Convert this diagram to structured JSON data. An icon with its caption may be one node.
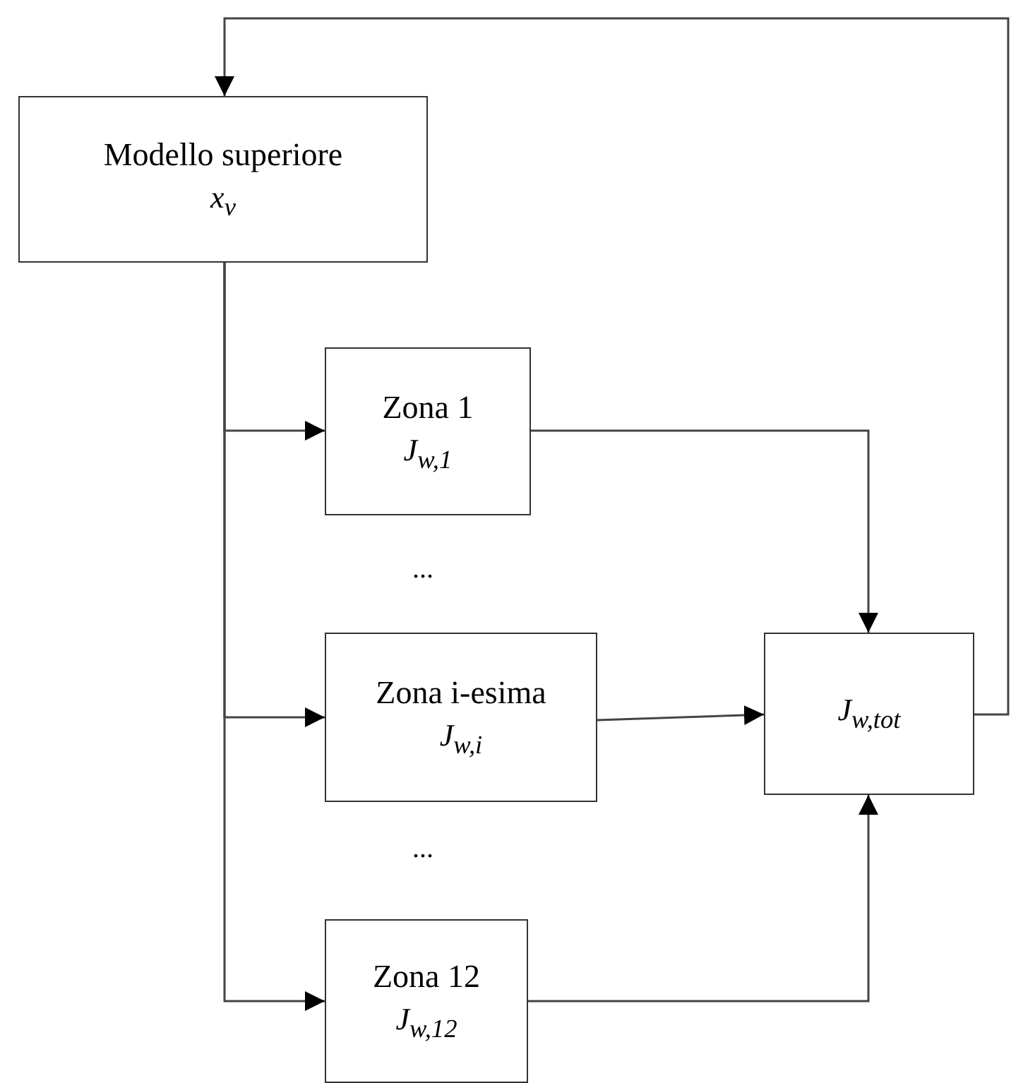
{
  "diagram": {
    "nodes": [
      {
        "text": [
          "Modello superiore",
          "x$_{v}$"
        ]
      },
      {
        "text": [
          "Zona 1",
          "J$_{w,1}$"
        ]
      },
      {
        "text": [
          "Zona i-esima",
          "J$_{w,i}$"
        ]
      },
      {
        "text": [
          "Zona 12",
          "J$_{w,12}$"
        ]
      },
      {
        "text": [
          "J$_{w,tot}$"
        ]
      }
    ],
    "edges": [
      {
        "from": 0,
        "to": 1,
        "arrow": "to"
      },
      {
        "from": 0,
        "to": 2,
        "arrow": "to"
      },
      {
        "from": 0,
        "to": 3,
        "arrow": "to"
      },
      {
        "from": 1,
        "to": 4,
        "arrow": "to"
      },
      {
        "from": 2,
        "to": 4,
        "arrow": "to"
      },
      {
        "from": 3,
        "to": 4,
        "arrow": "to"
      },
      {
        "from": 4,
        "to": 0,
        "arrow": "to"
      }
    ],
    "labels": [
      "...",
      "..."
    ]
  }
}
